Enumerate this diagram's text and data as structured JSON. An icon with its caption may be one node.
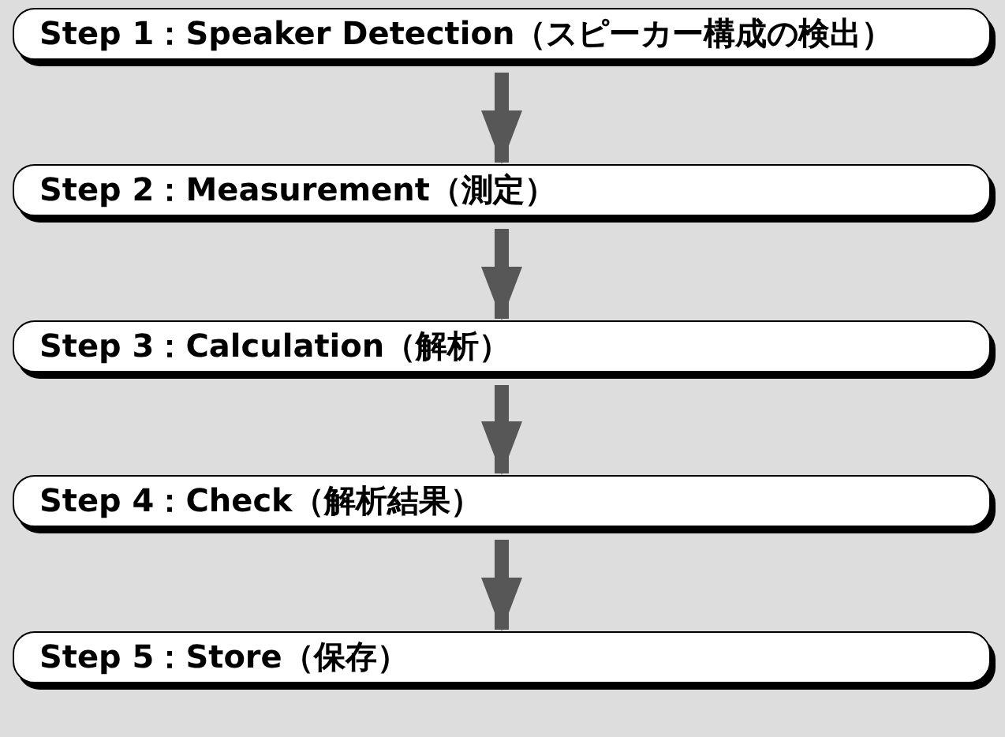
{
  "diagram": {
    "nodes": [
      {
        "text": [
          "Step 1：Speaker Detection（スピーカー構成の検出）"
        ]
      },
      {
        "text": [
          "Step 2：Measurement（測定）"
        ]
      },
      {
        "text": [
          "Step 3：Calculation（解析）"
        ]
      },
      {
        "text": [
          "Step 4：Check（解析結果）"
        ]
      },
      {
        "text": [
          "Step 5：Store（保存）"
        ]
      }
    ],
    "edges": [
      {
        "from": 0,
        "to": 1,
        "arrow": "to"
      },
      {
        "from": 1,
        "to": 2,
        "arrow": "to"
      },
      {
        "from": 2,
        "to": 3,
        "arrow": "to"
      },
      {
        "from": 3,
        "to": 4,
        "arrow": "to"
      }
    ]
  }
}
